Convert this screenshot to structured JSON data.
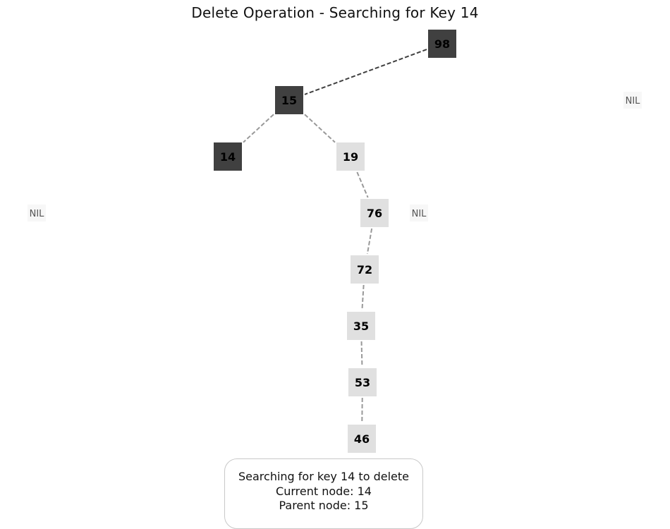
{
  "title": "Delete Operation - Searching for Key 14",
  "colors": {
    "node_active": "#404040",
    "node_default": "#e0e0e0",
    "nil_fill": "#f7f7f7",
    "edge_active": "#404040",
    "edge_default": "#999999",
    "nil_text": "#555555"
  },
  "nodes": [
    {
      "id": "n98",
      "label": "98",
      "state": "active"
    },
    {
      "id": "n15",
      "label": "15",
      "state": "active"
    },
    {
      "id": "n14",
      "label": "14",
      "state": "active"
    },
    {
      "id": "n19",
      "label": "19",
      "state": "default"
    },
    {
      "id": "n76",
      "label": "76",
      "state": "default"
    },
    {
      "id": "n72",
      "label": "72",
      "state": "default"
    },
    {
      "id": "n35",
      "label": "35",
      "state": "default"
    },
    {
      "id": "n53",
      "label": "53",
      "state": "default"
    },
    {
      "id": "n46",
      "label": "46",
      "state": "default"
    }
  ],
  "nil_nodes": [
    {
      "id": "nil-right-98",
      "label": "NIL"
    },
    {
      "id": "nil-left-root",
      "label": "NIL"
    },
    {
      "id": "nil-right-76",
      "label": "NIL"
    }
  ],
  "edges": [
    {
      "from": "n98",
      "to": "n15",
      "state": "active"
    },
    {
      "from": "n15",
      "to": "n14",
      "state": "default"
    },
    {
      "from": "n15",
      "to": "n19",
      "state": "default"
    },
    {
      "from": "n19",
      "to": "n76",
      "state": "default"
    },
    {
      "from": "n76",
      "to": "n72",
      "state": "default"
    },
    {
      "from": "n72",
      "to": "n35",
      "state": "default"
    },
    {
      "from": "n35",
      "to": "n53",
      "state": "default"
    },
    {
      "from": "n53",
      "to": "n46",
      "state": "default"
    }
  ],
  "status": {
    "line1": "Searching for key 14 to delete",
    "line2": "Current node: 14",
    "line3": "Parent node: 15"
  }
}
